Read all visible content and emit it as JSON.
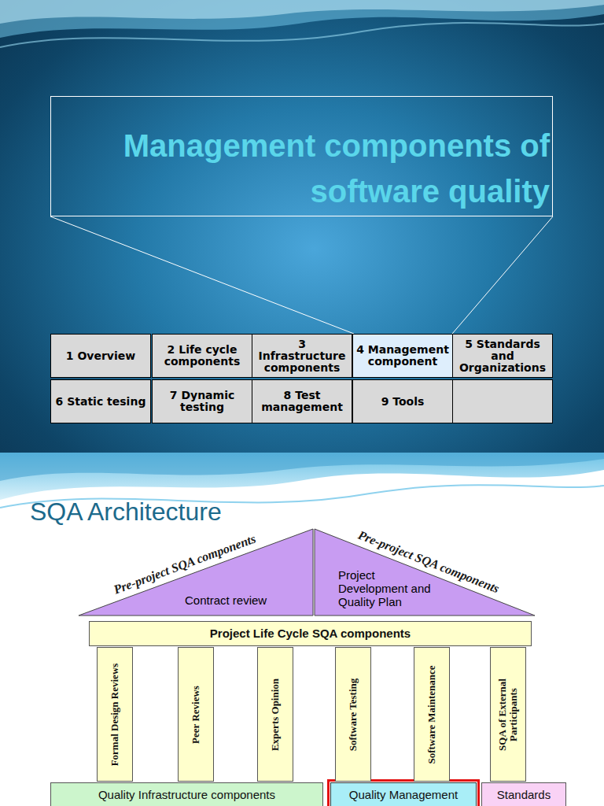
{
  "diagram": {
    "title": "Management components of software quality",
    "nodes": [
      {
        "text": [
          "Pre-project SQA components",
          "Contract review"
        ]
      },
      {
        "text": [
          "Pre-project SQA components",
          "Project Development and Quality Plan"
        ]
      },
      {
        "text": [
          "Project Life Cycle SQA components"
        ]
      },
      {
        "text": [
          "Formal Design Reviews"
        ]
      },
      {
        "text": [
          "Peer Reviews"
        ]
      },
      {
        "text": [
          "Experts Opinion"
        ]
      },
      {
        "text": [
          "Software Testing"
        ]
      },
      {
        "text": [
          "Software Maintenance"
        ]
      },
      {
        "text": [
          "SQA of External Participants"
        ]
      },
      {
        "text": [
          "Quality Infrastructure components"
        ]
      },
      {
        "text": [
          "Quality Management"
        ]
      },
      {
        "text": [
          "Standards"
        ]
      }
    ],
    "labels": [
      "1 Overview",
      "2 Life cycle components",
      "3 Infrastructure components",
      "4 Management component",
      "5 Standards and Organizations",
      "6 Static tesing",
      "7 Dynamic testing",
      "8 Test management",
      "9 Tools",
      "SQA Architecture"
    ]
  }
}
